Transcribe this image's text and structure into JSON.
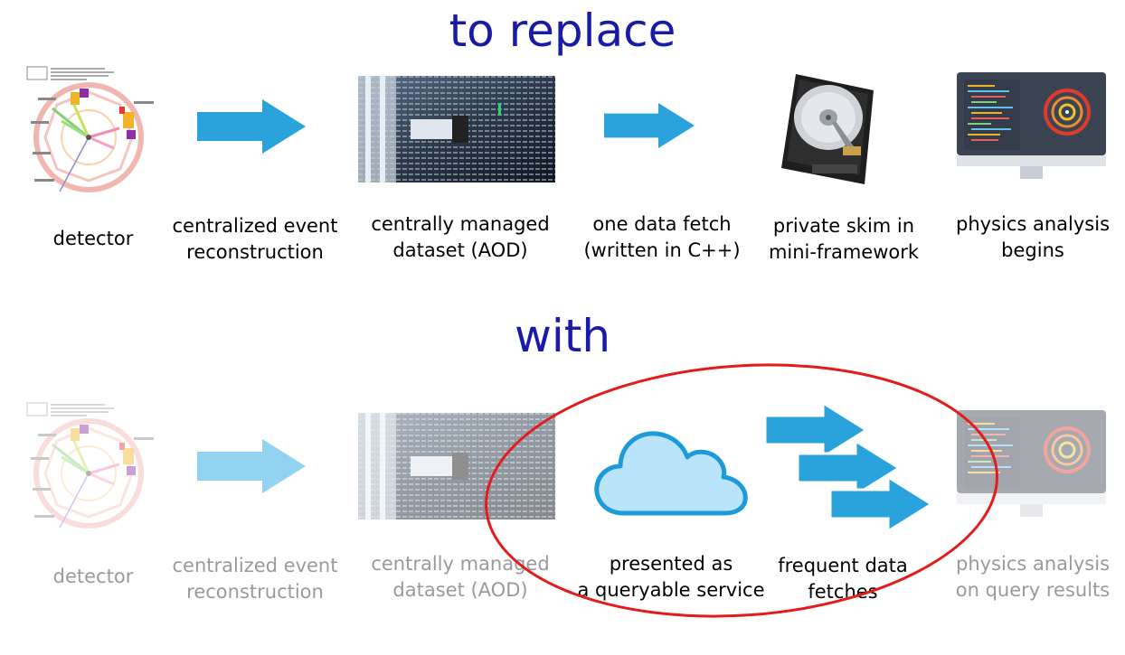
{
  "colors": {
    "heading": "#1a1aa8",
    "arrow": "#2aa2dc",
    "arrow_faded": "#93d3f2",
    "cloud_fill": "#b9e4f9",
    "cloud_stroke": "#1d9ad8",
    "highlight_ellipse": "#e31b1b",
    "faded_text": "#9a9a9a"
  },
  "top": {
    "title": "to replace",
    "labels": {
      "detector": "detector",
      "reconstruction_1": "centralized event",
      "reconstruction_2": "reconstruction",
      "dataset_1": "centrally managed",
      "dataset_2": "dataset (AOD)",
      "fetch_1": "one data fetch",
      "fetch_2": "(written in C++)",
      "skim_1": "private skim in",
      "skim_2": "mini-framework",
      "analysis_1": "physics analysis",
      "analysis_2": "begins"
    }
  },
  "bottom": {
    "title": "with",
    "labels": {
      "detector": "detector",
      "reconstruction_1": "centralized event",
      "reconstruction_2": "reconstruction",
      "dataset_1": "centrally managed",
      "dataset_2": "dataset (AOD)",
      "service_1": "presented as",
      "service_2": "a queryable service",
      "fetches_1": "frequent data",
      "fetches_2": "fetches",
      "analysis_1": "physics analysis",
      "analysis_2": "on query results"
    }
  }
}
